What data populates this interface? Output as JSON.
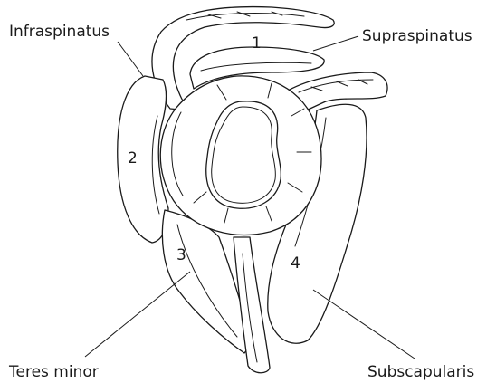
{
  "labels": {
    "infraspinatus": "Infraspinatus",
    "supraspinatus": "Supraspinatus",
    "teres_minor": "Teres minor",
    "subscapularis": "Subscapularis"
  },
  "numbers": {
    "one": "1",
    "two": "2",
    "three": "3",
    "four": "4"
  },
  "colors": {
    "ink": "#1a1a1a",
    "background": "#ffffff"
  }
}
